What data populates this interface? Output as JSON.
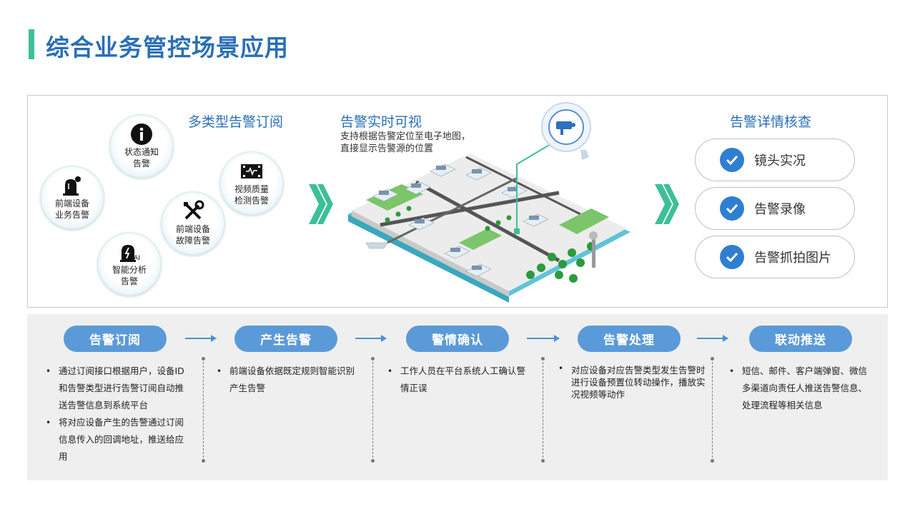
{
  "title": "综合业务管控场景应用",
  "subscription": {
    "heading": "多类型告警订阅",
    "items": [
      {
        "icon": "info-icon",
        "line1": "状态通知",
        "line2": "告警"
      },
      {
        "icon": "video-quality-icon",
        "line1": "视频质量",
        "line2": "检测告警"
      },
      {
        "icon": "device-alarm-icon",
        "line1": "前端设备",
        "line2": "业务告警"
      },
      {
        "icon": "tools-icon",
        "line1": "前端设备",
        "line2": "故障告警"
      },
      {
        "icon": "ai-analysis-icon",
        "line1": "智能分析",
        "line2": "告警"
      }
    ]
  },
  "realtime": {
    "heading": "告警实时可视",
    "desc_line1": "支持根据告警定位至电子地图，",
    "desc_line2": "直接显示告警源的位置"
  },
  "details": {
    "heading": "告警详情核查",
    "items": [
      "镜头实况",
      "告警录像",
      "告警抓拍图片"
    ]
  },
  "process": {
    "steps": [
      {
        "label": "告警订阅",
        "bullets": [
          "通过订阅接口根据用户，设备ID和告警类型进行告警订阅自动推送告警信息到系统平台",
          "将对应设备产生的告警通过订阅信息传入的回调地址，推送给应用"
        ]
      },
      {
        "label": "产生告警",
        "bullets": [
          "前端设备依据既定规则智能识别产生告警"
        ]
      },
      {
        "label": "警情确认",
        "bullets": [
          "工作人员在平台系统人工确认警情正误"
        ]
      },
      {
        "label": "告警处理",
        "bullets": [
          "对应设备对应告警类型发生告警时进行设备预置位转动操作，播放实况视频等动作"
        ]
      },
      {
        "label": "联动推送",
        "bullets": [
          "短信、邮件、客户端弹窗、微信多渠道向责任人推送告警信息、处理流程等相关信息"
        ]
      }
    ]
  },
  "colors": {
    "accent_green": "#3dbf98",
    "title_blue": "#2a6fb6",
    "pill_blue": "#5b9ad8",
    "check_blue": "#2f7fd0"
  }
}
